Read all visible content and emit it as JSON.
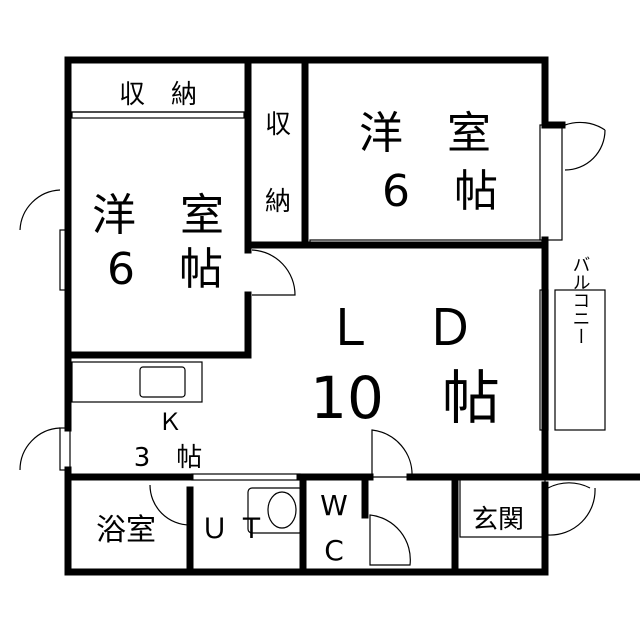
{
  "rooms": {
    "storage_left": "収　納",
    "storage_right_top": "収",
    "storage_right_bottom": "納",
    "western_left_name": "洋　室",
    "western_left_size": "6　帖",
    "western_right_name": "洋　室",
    "western_right_size": "6　帖",
    "ld_name": "Ｌ　Ｄ",
    "ld_size": "10　帖",
    "kitchen_name": "Ｋ",
    "kitchen_size": "3　帖",
    "bath": "浴室",
    "ut": "Ｕ Ｔ",
    "wc_w": "W",
    "wc_c": "C",
    "entrance": "玄関",
    "balcony": "バルコニー"
  }
}
